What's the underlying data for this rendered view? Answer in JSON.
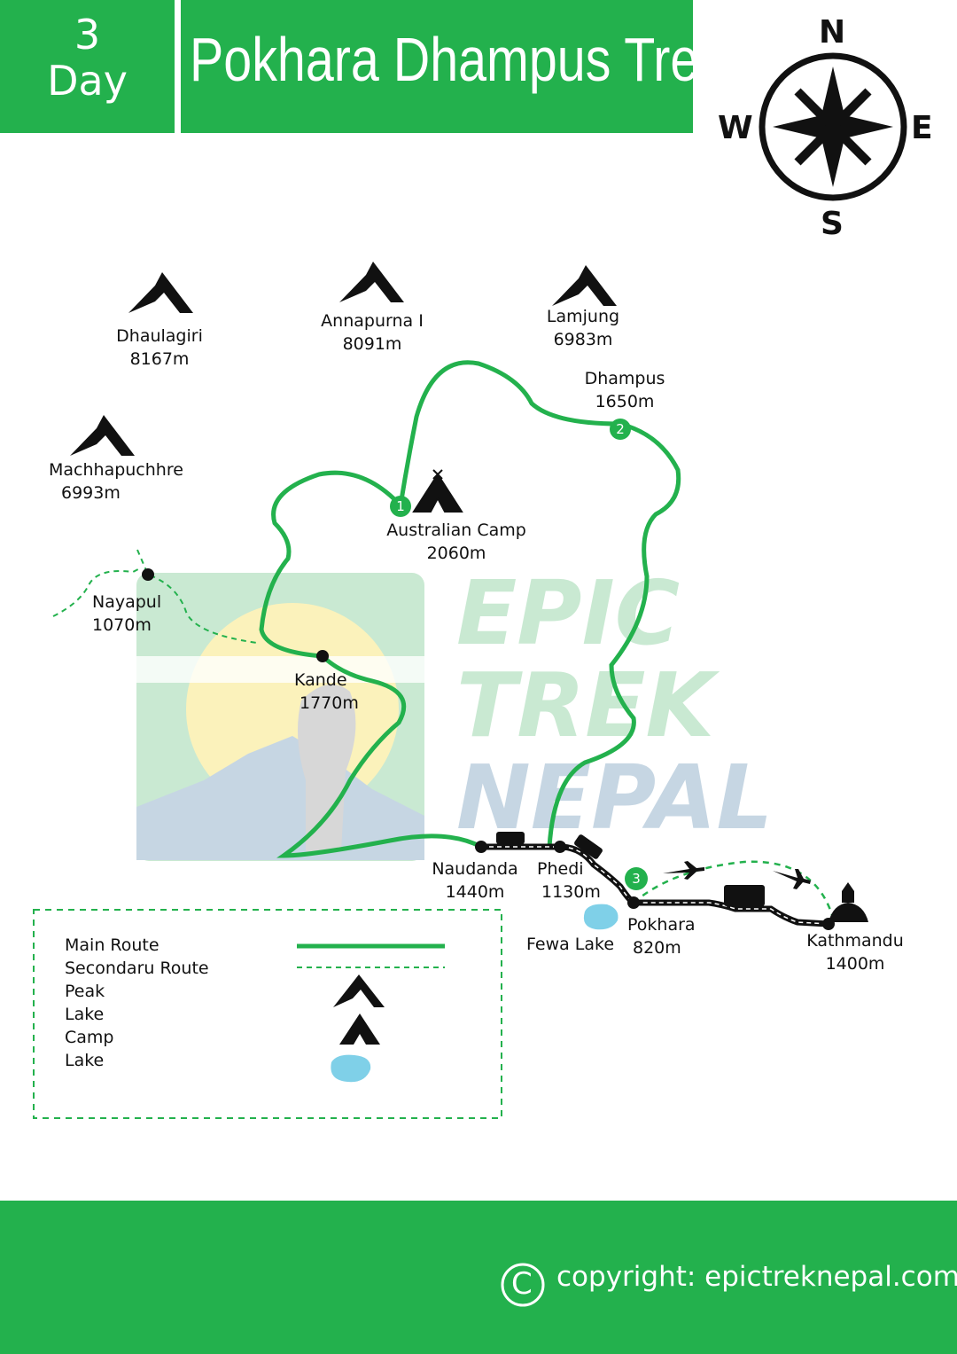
{
  "header": {
    "day_number": "3",
    "day_label": "Day",
    "title": "Pokhara Dhampus Trek"
  },
  "compass": {
    "n": "N",
    "s": "S",
    "e": "E",
    "w": "W"
  },
  "peaks": [
    {
      "name": "Dhaulagiri",
      "elevation": "8167m"
    },
    {
      "name": "Annapurna I",
      "elevation": "8091m"
    },
    {
      "name": "Lamjung",
      "elevation": "6983m"
    },
    {
      "name": "Machhapuchhre",
      "elevation": "6993m"
    }
  ],
  "places": {
    "dhampus": {
      "name": "Dhampus",
      "elevation": "1650m"
    },
    "australian_camp": {
      "name": "Australian Camp",
      "elevation": "2060m"
    },
    "nayapul": {
      "name": "Nayapul",
      "elevation": "1070m"
    },
    "kande": {
      "name": "Kande",
      "elevation": "1770m"
    },
    "naudanda": {
      "name": "Naudanda",
      "elevation": "1440m"
    },
    "phedi": {
      "name": "Phedi",
      "elevation": "1130m"
    },
    "pokhara": {
      "name": "Pokhara",
      "elevation": "820m"
    },
    "fewa_lake": {
      "name": "Fewa Lake"
    },
    "kathmandu": {
      "name": "Kathmandu",
      "elevation": "1400m"
    }
  },
  "day_markers": [
    "1",
    "2",
    "3"
  ],
  "watermark": [
    "EPIC",
    "TREK",
    "NEPAL"
  ],
  "legend": {
    "items": [
      "Main Route",
      "Secondaru Route",
      "Peak",
      "Lake",
      "Camp",
      "Lake"
    ]
  },
  "footer": {
    "copyright": "copyright: epictreknepal.com",
    "copyright_symbol": "C"
  },
  "colors": {
    "brand_green": "#23b14d",
    "lake_blue": "#7fd0e8",
    "route_black": "#111111"
  }
}
